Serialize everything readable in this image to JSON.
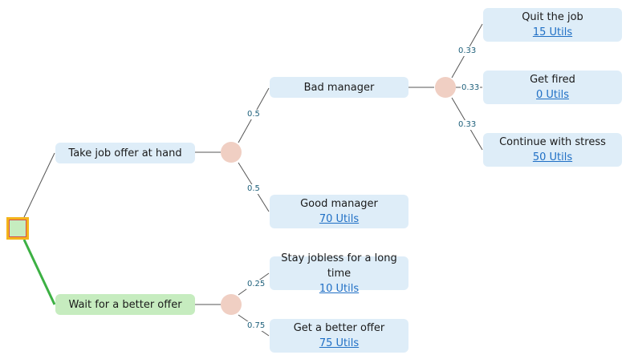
{
  "tree": {
    "options": {
      "take": "Take job offer at hand",
      "wait": "Wait for a better offer"
    },
    "outcomes": {
      "bad_manager": "Bad manager",
      "good_manager": {
        "label": "Good manager",
        "utility": "70 Utils"
      },
      "quit": {
        "label": "Quit the job",
        "utility": "15 Utils"
      },
      "fired": {
        "label": "Get fired",
        "utility": "0 Utils"
      },
      "continue": {
        "label": "Continue with stress",
        "utility": "50 Utils"
      },
      "jobless": {
        "label": "Stay jobless for a long time",
        "utility": "10 Utils"
      },
      "better_offer": {
        "label": "Get a better offer",
        "utility": "75 Utils"
      }
    },
    "probabilities": {
      "bad_manager": "0.5",
      "good_manager": "0.5",
      "quit": "0.33",
      "fired": "0.33",
      "continue": "0.33",
      "jobless": "0.25",
      "better_offer": "0.75"
    }
  },
  "colors": {
    "line": "#555555",
    "selected_line": "#3cb043",
    "node": "#deedf8",
    "selected_node": "#c6ecbf",
    "chance": "#f0cfc3",
    "decision_border": "#f4b41a",
    "utility_link": "#1f6fc5"
  }
}
